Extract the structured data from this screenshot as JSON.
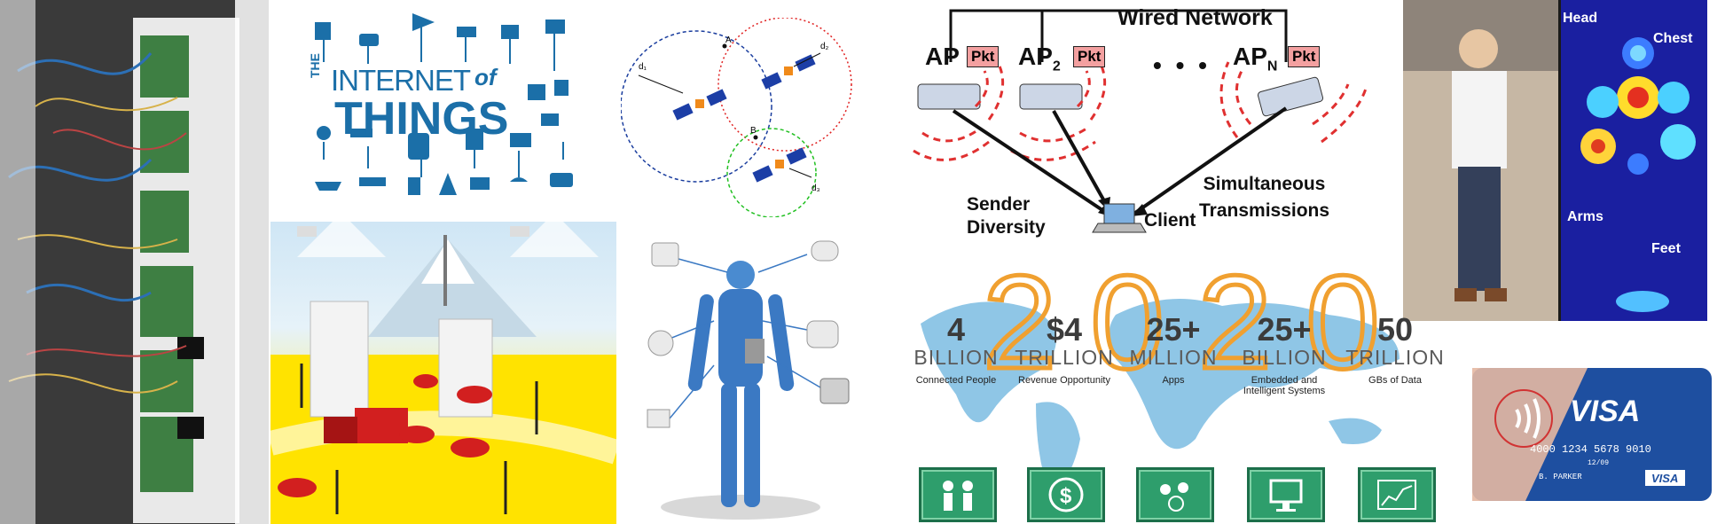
{
  "iot_logo": {
    "the": "THE",
    "internet": "INTERNET",
    "of": "of",
    "things": "THINGS"
  },
  "satellites": {
    "point_a": "A",
    "point_b": "B",
    "d1": "d₁",
    "d2": "d₂",
    "d3": "d₃"
  },
  "network": {
    "title": "Wired Network",
    "ap1": "AP",
    "ap1_sub": "",
    "ap2": "AP",
    "ap2_sub": "2",
    "apn": "AP",
    "apn_sub": "N",
    "pkt": "Pkt",
    "dots": "• • •",
    "sender_diversity": "Sender\nDiversity",
    "client": "Client",
    "simultaneous": "Simultaneous\nTransmissions"
  },
  "body_sensing": {
    "head": "Head",
    "chest": "Chest",
    "arms": "Arms",
    "feet": "Feet"
  },
  "stats": {
    "year": "2020",
    "items": [
      {
        "num": "4",
        "unit": "BILLION",
        "desc": "Connected People"
      },
      {
        "num": "$4",
        "unit": "TRILLION",
        "desc": "Revenue Opportunity"
      },
      {
        "num": "25+",
        "unit": "MILLION",
        "desc": "Apps"
      },
      {
        "num": "25+",
        "unit": "BILLION",
        "desc": "Embedded and Intelligent Systems"
      },
      {
        "num": "50",
        "unit": "TRILLION",
        "desc": "GBs of Data"
      }
    ]
  },
  "visa": {
    "brand": "VISA",
    "number": "4000 1234 5678 9010",
    "expiry": "12/09",
    "holder": "B. PARKER",
    "brand_small": "VISA"
  },
  "colors": {
    "iot_blue": "#1b6fa8",
    "stat_green": "#2e9e6c",
    "year_orange": "#f0a030",
    "map_blue": "#8fc6e6",
    "wave_red": "#e03030",
    "pkt_pink": "#f3a0a0"
  }
}
